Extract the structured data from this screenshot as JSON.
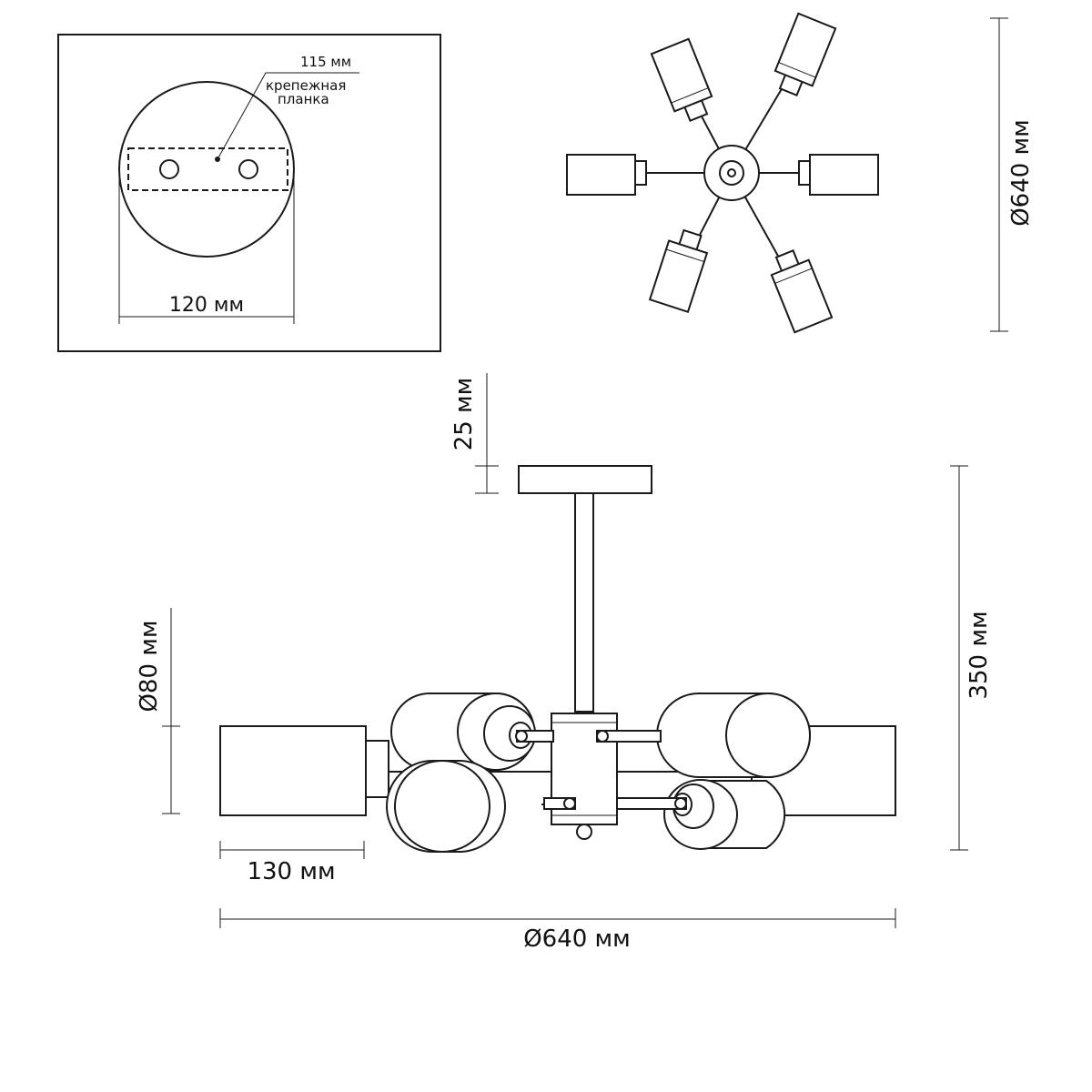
{
  "mount_plate": {
    "dim_width": "120 мм",
    "dim_bracket": "115 мм",
    "bracket_label_line1": "крепежная",
    "bracket_label_line2": "планка"
  },
  "top_view": {
    "dim_diameter": "Ø640 мм"
  },
  "front_view": {
    "dim_canopy_height": "25 мм",
    "dim_total_height": "350 мм",
    "dim_shade_diameter": "Ø80 мм",
    "dim_shade_length": "130 мм",
    "dim_overall_diameter": "Ø640 мм"
  }
}
